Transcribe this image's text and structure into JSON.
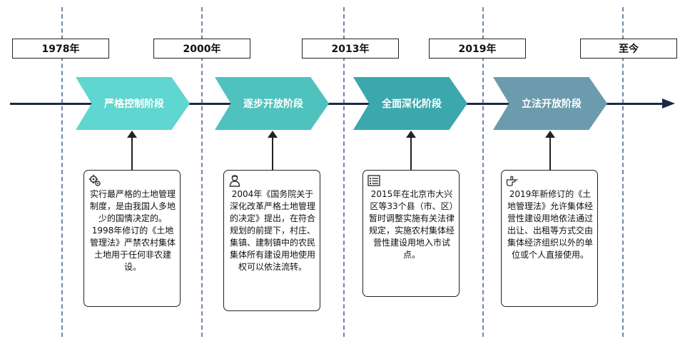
{
  "years": [
    "1978年",
    "2000年",
    "2013年",
    "2019年",
    "至今"
  ],
  "stages": [
    {
      "label": "严格控制阶段",
      "color": "#5fd6cf",
      "icon": "gears-icon",
      "text": "实行最严格的土地管理制度，是由我国人多地少的国情决定的。1998年修订的《土地管理法》严禁农村集体土地用于任何非农建设。"
    },
    {
      "label": "逐步开放阶段",
      "color": "#4fc2be",
      "icon": "person-icon",
      "text": "2004年《国务院关于深化改革严格土地管理的决定》提出，在符合规划的前提下，村庄、集镇、建制镇中的农民集体所有建设用地使用权可以依法流转。"
    },
    {
      "label": "全面深化阶段",
      "color": "#3aa8ad",
      "icon": "list-icon",
      "text": "2015年在北京市大兴区等33个县（市、区）暂时调整实施有关法律规定，实施农村集体经营性建设用地入市试点。"
    },
    {
      "label": "立法开放阶段",
      "color": "#6b9bad",
      "icon": "pointing-hand-icon",
      "text": "2019年新修订的《土地管理法》允许集体经营性建设用地依法通过出让、出租等方式交由集体经济组织以外的单位或个人直接使用。"
    }
  ]
}
